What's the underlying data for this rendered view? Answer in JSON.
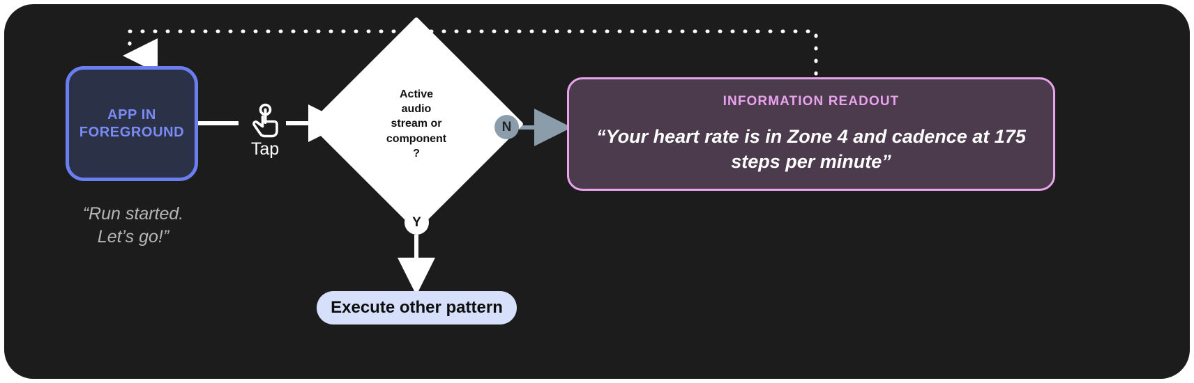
{
  "canvas": {
    "background": "#1c1c1c",
    "accent_blue": "#6b7ef0",
    "accent_pink": "#eaa4ec",
    "accent_gray": "#8b9dab"
  },
  "app_node": {
    "label": "APP IN FOREGROUND",
    "caption": "“Run started.\nLet’s go!”"
  },
  "gesture": {
    "icon": "tap-gesture-icon",
    "label": "Tap"
  },
  "decision": {
    "text": "Active\naudio\nstream or\ncomponent\n?"
  },
  "branches": {
    "no_badge": "N",
    "yes_badge": "Y"
  },
  "readout": {
    "title": "INFORMATION READOUT",
    "body": "“Your heart rate is in Zone 4 and cadence at 175 steps per minute”"
  },
  "execute": {
    "label": "Execute other pattern"
  }
}
